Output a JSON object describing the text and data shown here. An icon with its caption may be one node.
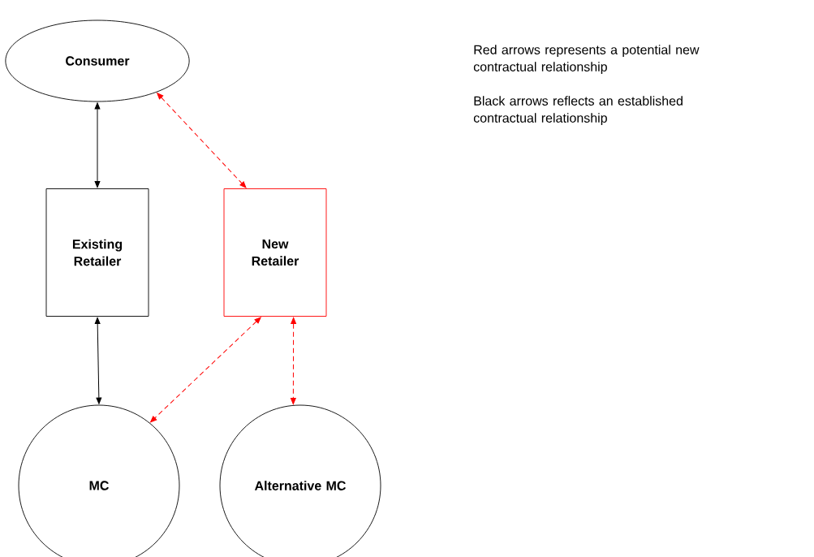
{
  "diagram": {
    "nodes": [
      {
        "text": [
          "Consumer"
        ]
      },
      {
        "text": [
          "Existing Retailer"
        ]
      },
      {
        "text": [
          "New Retailer"
        ]
      },
      {
        "text": [
          "MC"
        ]
      },
      {
        "text": [
          "Alternative MC"
        ]
      }
    ],
    "edges": [
      {
        "from": 0,
        "to": 1,
        "arrow": "both",
        "color": "#000000"
      },
      {
        "from": 0,
        "to": 2,
        "arrow": "both",
        "style": "dashed",
        "color": "#ff0000"
      },
      {
        "from": 1,
        "to": 3,
        "arrow": "both",
        "color": "#000000"
      },
      {
        "from": 2,
        "to": 3,
        "arrow": "both",
        "style": "dashed",
        "color": "#ff0000"
      },
      {
        "from": 2,
        "to": 4,
        "arrow": "both",
        "style": "dashed",
        "color": "#ff0000"
      }
    ],
    "labels": [
      "Red arrows represents a potential new contractual relationship",
      "Black arrows reflects an established contractual relationship"
    ]
  }
}
